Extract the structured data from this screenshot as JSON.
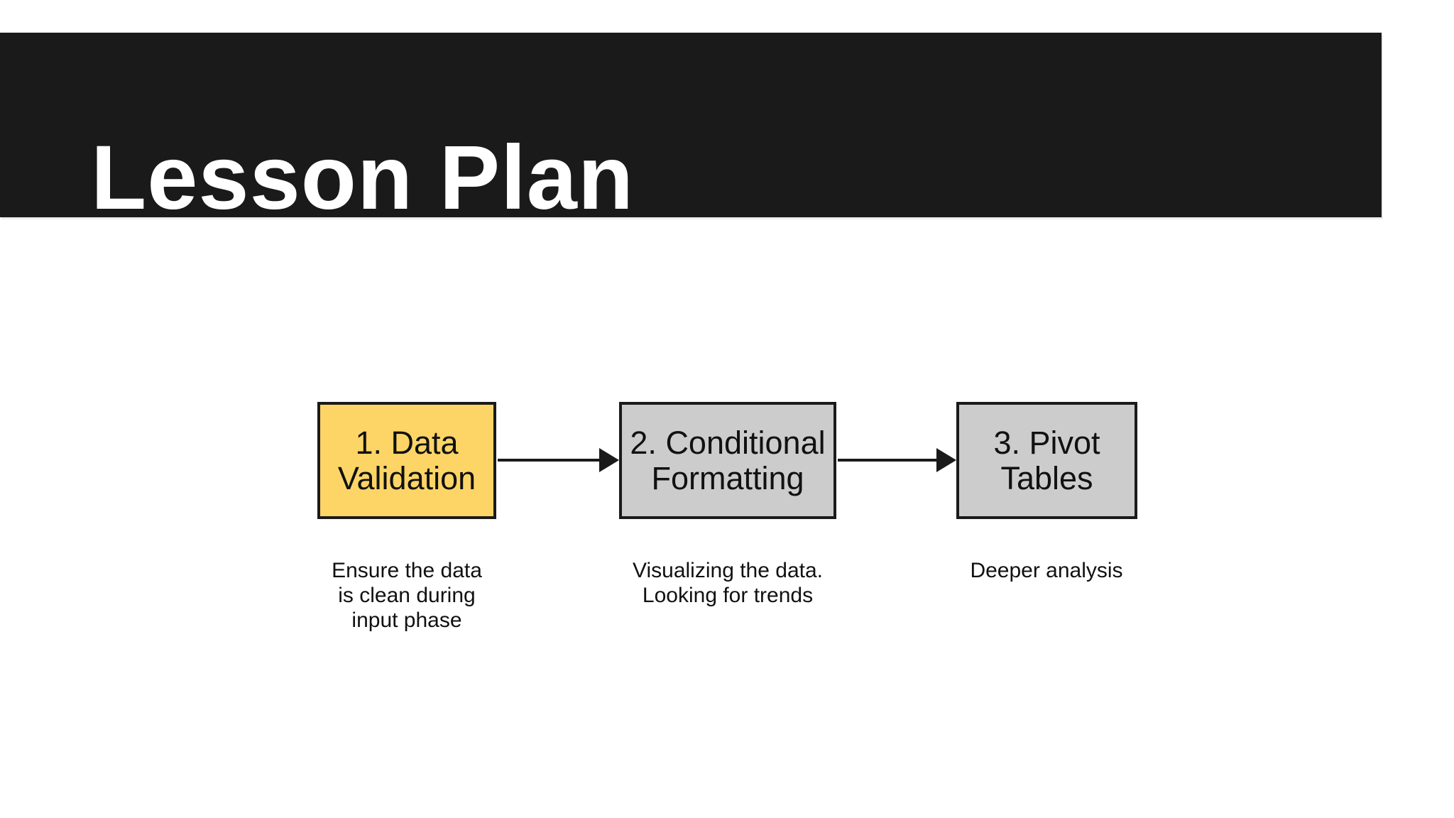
{
  "slide": {
    "background_color": "#FFFFFF"
  },
  "header": {
    "title": "Lesson Plan",
    "background_color": "#1A1A1A",
    "text_color": "#FFFFFF"
  },
  "flowchart": {
    "box_border_color": "#1A1A1A",
    "arrow_color": "#1A1A1A",
    "highlight_fill": "#FDD566",
    "default_fill": "#CCCCCC",
    "steps": [
      {
        "label": "1. Data\nValidation",
        "description": "Ensure the data\nis clean during\ninput phase",
        "fill": "#FDD566"
      },
      {
        "label": "2. Conditional\nFormatting",
        "description": "Visualizing the data.\nLooking for trends",
        "fill": "#CCCCCC"
      },
      {
        "label": "3. Pivot\nTables",
        "description": "Deeper analysis",
        "fill": "#CCCCCC"
      }
    ]
  }
}
